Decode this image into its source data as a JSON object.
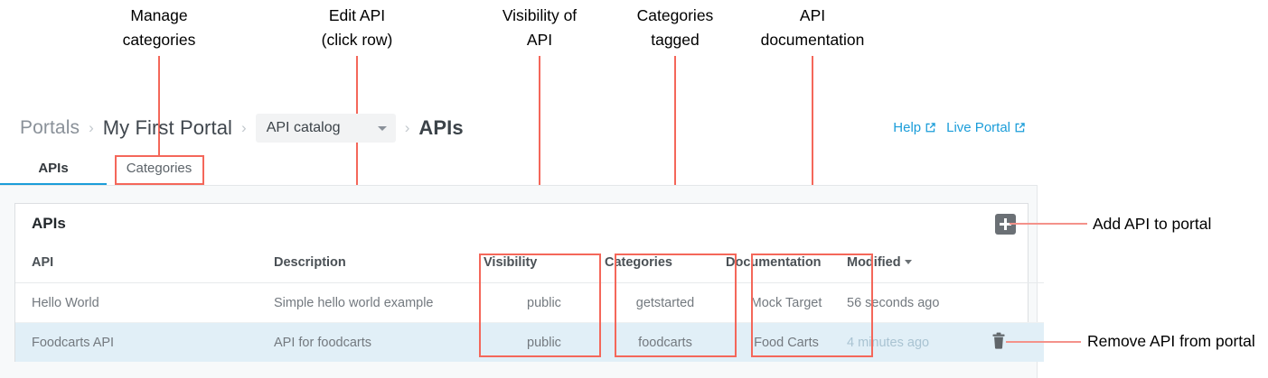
{
  "annotations": {
    "top": [
      {
        "id": "manage-categories",
        "line1": "Manage",
        "line2": "categories"
      },
      {
        "id": "edit-api",
        "line1": "Edit API",
        "line2": "(click row)"
      },
      {
        "id": "visibility-of-api",
        "line1": "Visibility of",
        "line2": "API"
      },
      {
        "id": "categories-tagged",
        "line1": "Categories",
        "line2": "tagged"
      },
      {
        "id": "api-documentation",
        "line1": "API",
        "line2": "documentation"
      }
    ],
    "right": [
      {
        "id": "add-api-to-portal",
        "label": "Add API to portal"
      },
      {
        "id": "remove-api-from-portal",
        "label": "Remove API from portal"
      }
    ],
    "color": "#f4675a"
  },
  "breadcrumb": {
    "root": "Portals",
    "portal": "My First Portal",
    "selector_value": "API catalog",
    "current": "APIs",
    "separator": "›"
  },
  "top_links": [
    {
      "label": "Help",
      "icon": "external-link-icon"
    },
    {
      "label": "Live Portal",
      "icon": "external-link-icon"
    }
  ],
  "tabs": [
    {
      "label": "APIs",
      "active": true
    },
    {
      "label": "Categories",
      "active": false
    }
  ],
  "card": {
    "title": "APIs",
    "add_button_icon": "plus-icon",
    "delete_row_icon": "trash-icon"
  },
  "table": {
    "columns": [
      "API",
      "Description",
      "Visibility",
      "Categories",
      "Documentation",
      "Modified"
    ],
    "sorted_column": "Modified",
    "sort_direction": "desc",
    "rows": [
      {
        "api": "Hello World",
        "description": "Simple hello world example",
        "visibility": "public",
        "categories": "getstarted",
        "documentation": "Mock Target",
        "modified": "56 seconds ago",
        "selected": false
      },
      {
        "api": "Foodcarts API",
        "description": "API for foodcarts",
        "visibility": "public",
        "categories": "foodcarts",
        "documentation": "Food Carts",
        "modified": "4 minutes ago",
        "selected": true
      }
    ]
  },
  "colors": {
    "accent": "#1b9dd9",
    "annotation": "#f4675a",
    "selected_row": "#e1eff7",
    "panel_bg": "#f7f9fa",
    "add_button": "#6b7075"
  }
}
